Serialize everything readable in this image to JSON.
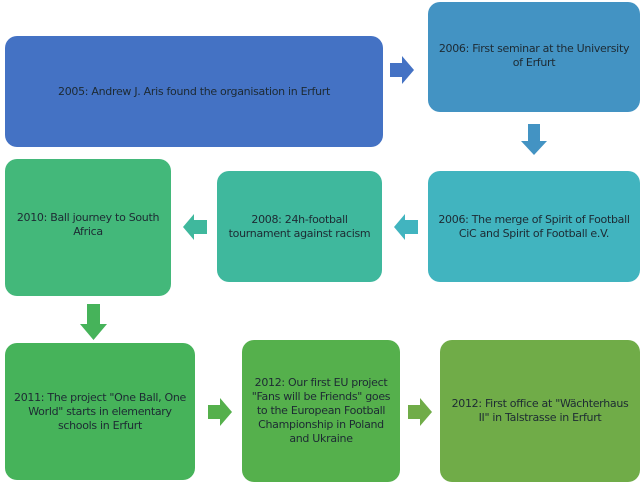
{
  "steps": [
    {
      "text": "2005: Andrew J. Aris found the organisation in Erfurt",
      "color": "#4472C4"
    },
    {
      "text": "2006: First seminar at the University of Erfurt",
      "color": "#4393C3"
    },
    {
      "text": "2006: The merge of Spirit of Football CiC and Spirit of Football e.V.",
      "color": "#41B4BF"
    },
    {
      "text": "2008: 24h-football tournament against racism",
      "color": "#3FB89D"
    },
    {
      "text": "2010: Ball journey to South Africa",
      "color": "#43B87A"
    },
    {
      "text": "2011: The project \"One Ball, One World\" starts in elementary schools in Erfurt",
      "color": "#46B35A"
    },
    {
      "text": "2012: Our first EU project \"Fans will be Friends\" goes to the European Football Championship in Poland and Ukraine",
      "color": "#55B04C"
    },
    {
      "text": "2012: First office at \"Wächterhaus II\" in Talstrasse in Erfurt",
      "color": "#70AC48"
    }
  ]
}
